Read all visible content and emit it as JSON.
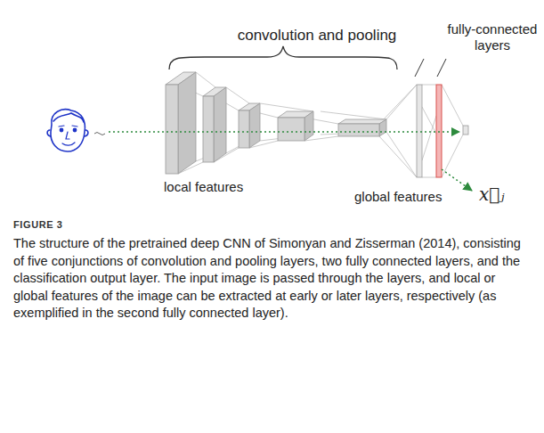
{
  "diagram": {
    "caption": "The structure of the pretrained deep CNN of Simonyan and Zisserman (2014), consisting of five conjunctions of convolution and pooling layers, two fully connected layers, and the classification output layer. The input image is passed through the layers, and local or global features of the image can be extracted at early or later layers, respectively (as exemplified in the second fully connected layer).",
    "labels": [
      "convolution and pooling",
      "fully-connected layers",
      "local features",
      "global features",
      "x⃗ⱼ",
      "FIGURE 3"
    ]
  }
}
